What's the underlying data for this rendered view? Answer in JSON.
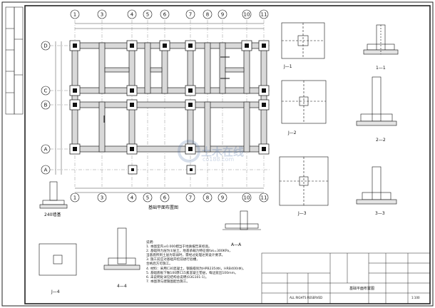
{
  "plan": {
    "title": "基础平面布置图",
    "axes_top": [
      "1",
      "3",
      "4",
      "5",
      "6",
      "7",
      "8",
      "9",
      "10",
      "11"
    ],
    "axes_left": [
      "D",
      "C",
      "B",
      "A",
      "A"
    ]
  },
  "details": {
    "j1": "J—1",
    "s11": "1—1",
    "j2": "J—2",
    "s22": "2—2",
    "j3": "J—3",
    "s33": "3—3",
    "j4": "J—4",
    "s44": "4—4",
    "saa": "A—A",
    "wall": "240墙基"
  },
  "notes": [
    "说明:",
    "1. 本图室内±0.000相当于地质报告某标高。",
    "2. 基础持力层为②层土，地基承载力特征值fak=300KPa，",
    "   当基底所到土层为软弱时，需经过处理达到设计要求。",
    "3. 施工前应对基础开挖前进行验槽，",
    "   合格后方可施工。",
    "4. 材料：采用C30混凝土，钢筋级别为HPB235(Φ)，HRB400(Φ)。",
    "5. 基础底板下做100厚C15素混凝土垫层，每边宽出100mm。",
    "6. 未说明处详见结构总说明(03G101-1)。",
    "7. 本图须与建施图配合施工。"
  ],
  "watermark": {
    "cn": "土木在线",
    "en": "co188.com"
  },
  "title_block": {
    "drawing_name": "基础平面布置图",
    "rights": "ALL RIGHTS RESERVED",
    "scale": "1:100"
  }
}
